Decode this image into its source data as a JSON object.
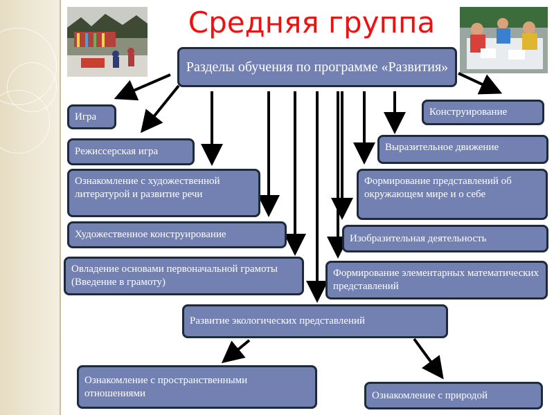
{
  "title": "Средняя группа",
  "main_box": "Разделы обучения по программе «Развития»",
  "boxes": {
    "igra": "Игра",
    "rezhisserskaya": "Режиссерская игра",
    "oznakomlenie_lit": "Ознакомление с художественной литературой и развитие речи",
    "hud_konstr": "Художественное конструирование",
    "gramota": "Овладение основами первоначальной грамоты (Введение в грамоту)",
    "konstruirovanie": "Конструирование",
    "vyrazitelnoe": "Выразительное движение",
    "formirovanie_pred": "Формирование представлений об окружающем мире и о себе",
    "izobrazitelnaya": "Изобразительная деятельность",
    "matematika": "Формирование элементарных математических представлений",
    "ekologiya": "Развитие экологических представлений",
    "prostranstvo": "Ознакомление с пространственными отношениями",
    "priroda": "Ознакомление с природой"
  },
  "colors": {
    "box_fill": "#7280b2",
    "box_border": "#1c2a3a",
    "title": "#ee1111",
    "arrow": "#000000"
  }
}
